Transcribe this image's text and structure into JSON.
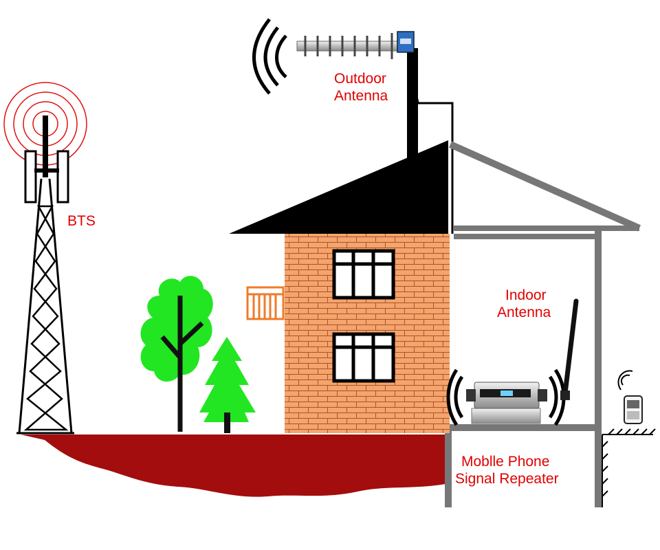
{
  "labels": {
    "bts": "BTS",
    "outdoor_antenna_line1": "Outdoor",
    "outdoor_antenna_line2": "Antenna",
    "indoor_antenna_line1": "Indoor",
    "indoor_antenna_line2": "Antenna",
    "repeater_line1": "Moblle Phone",
    "repeater_line2": "Signal Repeater"
  },
  "colors": {
    "label_red": "#e00000",
    "ground": "#a30d0d",
    "brick": "#f4a46c",
    "roof": "#000000",
    "tree_green": "#22e622",
    "balcony": "#f07a2a",
    "house_outline": "#777777"
  },
  "icons": {
    "tower": "cell-tower-icon",
    "outdoor_antenna": "yagi-antenna-icon",
    "repeater": "signal-repeater-icon",
    "indoor_antenna": "whip-antenna-icon",
    "phone": "mobile-phone-icon"
  }
}
